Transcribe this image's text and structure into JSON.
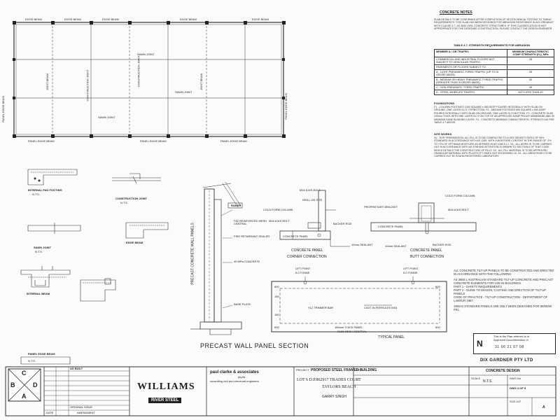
{
  "plan": {
    "edge_beam_top_1": "EDGE BEAM",
    "edge_beam_top_2": "EDGE BEAM",
    "edge_beam_top_3": "EDGE BEAM",
    "edge_beam_top_4": "EDGE BEAM",
    "edge_beam_top_5": "EDGE BEAM",
    "panel_edge_beam_bottom_1": "PANEL EDGE BEAM",
    "panel_edge_beam_bottom_2": "PANEL EDGE BEAM",
    "panel_edge_beam_bottom_3": "PANEL EDGE BEAM",
    "panel_edge_beam_left": "PANEL EDGE BEAM",
    "panel_edge_beam_right": "PANEL EDGE BEAM",
    "sawn_joint_1": "SAWN JOINT",
    "sawn_joint_2": "SAWN JOINT",
    "sawn_joint_3": "SAWN JOINT",
    "joist_1": "JOIST BEAM",
    "joist_2": "JOIST BEAM",
    "construction_joint": "CONSTRUCTION JOINT",
    "construction_joint_2": "CONSTRUCTION JOINT"
  },
  "notes": {
    "heading": "CONCRETE NOTES",
    "intro": "SLAB DETAILS TO BE CONFIRMED AFTER COMPLETION OF GEOTECHNICAL TESTING TO TIMING REQUIREMENTS. THIS SLAB HAS BEEN DESIGNED FOR ABRASION RESISTANCE IN ACCORDANCE WITH CLAUSE 4.7, AS 3600-1994. CONCRETE STRUCTURES. IF THIS CLASSIFICATION IS NOT APPROPRIATE FOR THE DESIGNED CONSTRUCTION, PLEASE CONTACT THE DESIGN ENGINEER.",
    "table_title": "TABLE 4.7. STRENGTH REQUIREMENTS FOR ABRASION",
    "table_head_left": "MEMBER & / OR TRAFFIC",
    "table_head_right": "MINIMUM CHARACTERISTIC COMP STRENGTH (f'c), MPa",
    "rows": [
      {
        "label": "COMMERCIAL AND INDUSTRIAL FLOORS NOT SUBJECT TO VEHICULAR TRAFFIC",
        "value": "25"
      },
      {
        "label": "PAVEMENTS OR FLOORS SUBJECT TO:",
        "value": ""
      },
      {
        "label": "A - LIGHT PNEUMATIC TYRED TRAFFIC (UP TO 3t GROSS MASS)",
        "value": "25"
      },
      {
        "label": "B - MEDIUM OR HEAVY PNEUMATIC TYRED TRAFFIC (GREATER THAN 3t GROSS MASS)",
        "value": "32"
      },
      {
        "label": "C - NON-PNEUMATIC TYRED TRAFFIC",
        "value": "40"
      },
      {
        "label": "D - STEEL-WHEELED TRAFFIC",
        "value": "NOT LESS THAN 40"
      }
    ],
    "foundations_heading": "FOUNDATIONS",
    "foundations": "F1 - COLUMN FOOTINGS 1000 SQUARE x 500 DEEP POURED INTEGRALLY WITH SLAB ON GROUND. ONE LAYER SL72 TOP/BOTTOM. F2 - MEDIUM FOOTINGS 600 SQUARE x 500 DEEP POURED INTEGRALLY WITH SLAB ON GROUND. ONE LAYER SL72 BOTTOM. F3 - CONCRETE SLAB 100mm THICK WITH ONE LAYER SL72 ON TOP OF AN APPROVED DAMP PROOF MEMBRANE AND 50 MINIMUM SAND BLINDING LAYER. F4 - CONCRETE MINIMUM CHARACTERISTIC STRENGTH AS PER TABLE 4.7 ABOVE.",
    "site_heading": "SITE WORKS",
    "site": "S1 - SITE PREPARATION: ALL FILL IS TO BE COMPACTED TO A DRY DENSITY RATIO OF 95% STANDARD IN ACCORDANCE WITH AS 1289, WITH A MOISTURE CONTENT IN THE RANGE OF -2% TO +2% OF OPTIMUM MOISTURE AS DEFINED IN AS 1289 E1.1. S2 - ALL WORK IS TO BE CARRIED OUT IN ACCORDANCE WITH AS 3798 AND ATTENTION IS DRAWN TO SECTION 6 OF THAT CODE WHICH DETAILS THE CONSTRUCTION OF FILLS. S3 - ALL FILL MATERIAL IS TO BE APPROVED GRANULAR MATERIAL WITH PLASTICITY INDEX NOT EXCEEDING 15. S4 - ALL AREA FINISH TO BE CARRIED OUT BY A NATA REGISTERED LABORATORY."
  },
  "details": {
    "internal_pad_footing": "INTERNAL PAD FOOTING",
    "construction_joint": "CONSTRUCTION JOINT",
    "edge_beam": "EDGE BEAM",
    "sawn_joint": "SAWN JOINT",
    "internal_beam": "INTERNAL BEAM",
    "panel_edge_beam": "PANEL EDGE BEAM",
    "scale_1": "N.T.S.",
    "scale_2": "N.T.S.",
    "scale_3": "N.T.S.",
    "scale_4": "N.T.S."
  },
  "section": {
    "vertical_label": "PRECAST CONCRETE WALL PANELS",
    "raker": "RAKER",
    "f82_mesh": "F82 REINFORCED MESH CENTRAL",
    "fire_sealer": "FIRE RETARDANT SEALER",
    "mpa_concrete": "40 MPa CONCRETE",
    "base_plate": "BASE PLATE",
    "title": "PRECAST WALL PANEL SECTION"
  },
  "corner": {
    "bolt": "M16 8.8/S BOLT",
    "drill": "DRILL ON SITE",
    "cold_form_column": "COLD FORM COLUMN",
    "bolt2": "M16 8.8/S BOLT",
    "backer_rod": "BACKER ROD",
    "sealant": "10mm SEALANT",
    "concrete_panel": "CONCRETE PANEL",
    "title_1": "CONCRETE PANEL",
    "title_2": "CORNER CONNECTION"
  },
  "butt": {
    "cold_form_column": "COLD FORM COLUMN",
    "bracket": "PROPRIETARY BRACKET",
    "bolt": "M16 8.8/S BOLT",
    "concrete_panel": "CONCRETE PANEL",
    "sealant": "10mm SEALANT",
    "backer_rod": "BACKER ROD",
    "title_1": "CONCRETE PANEL",
    "title_2": "BUTT CONNECTION"
  },
  "typical": {
    "lift_point_1": "LIFT POINT",
    "lift_tonne_1": "5.0 TONNE",
    "lift_point_2": "LIFT POINT",
    "lift_tonne_2": "5.0 TONNE",
    "dim_600_tl": "600",
    "dim_600_tr": "600",
    "dim_150_1": "150",
    "dim_150_2": "150",
    "dim_600_bl": "600",
    "dim_600_br": "600",
    "trimmer": "Y12 TRIMMER BAR",
    "ferrules": "CAST IN FERRULES M16",
    "thick": "180mm THICK PANEL",
    "mesh": "SL82 MESH CENTRAL",
    "title": "TYPICAL PANEL"
  },
  "panel_notes": {
    "p1": "ALL CONCRETE TILT-UP PANELS TO BE CONSTRUCTED AND ERECTED IN ACCORDANCE WITH THE FOLLOWING",
    "p2": "AS 3850.1 AUSTRALIAN STANDARD TILT-UP CONCRETE AND PRECAST CONCRETE ELEMENTS FOR USE IN BUILDINGS.",
    "p3": "PART 1 - SAFETY REQUIREMENTS",
    "p4": "PART 2 - GUIDE TO DESIGN, CASTING AND ERECTION OF TILT-UP PANELS",
    "p5": "CODE OF PRACTICE - TILT-UP CONSTRUCTION - DEPARTMENT OF LABOUR 1987.",
    "p6": "180mm STANDARD PANELS ARE ONLY BEEN DESIGNED FOR 90/90/90 FRL."
  },
  "stamp": {
    "line1": "This is the Plan referred to in",
    "line2": "Approved Documentation of",
    "letter": "N",
    "date": "31 06 21 07 08",
    "firm": "DIX GARDNER PTY LTD"
  },
  "titleblock": {
    "logo_letters": [
      "C",
      "B",
      "D",
      "A"
    ],
    "rev_header": "AS BUILT",
    "rev_row_1": "ORIGINAL ISSUE",
    "rev_amend": "AMENDMENT",
    "date_label": "DATE",
    "brand_main": "WILLIAMS",
    "brand_sub": "RIVER STEEL",
    "engineer": "paul clarke & associates",
    "engineer_pty": "pty.ltd.",
    "engineer_sub": "consulting civil and structural engineers",
    "project_label": "PROJECT",
    "project": "PROPOSED STEEL FRAMED BUILDING",
    "lot": "LOT 6 D.P.862917 TRADES COURT",
    "location": "TAYLORS BEACH",
    "client": "GARRY SINGH",
    "title_label": "TITLE",
    "drawing_title": "CONCRETE DESIGN",
    "scale_label": "SCALE",
    "scale": "N.T.S.",
    "dwg_label": "DWG No",
    "dwg": "DWG 4 OF 5",
    "job": "SCE-147",
    "rev": "A"
  }
}
